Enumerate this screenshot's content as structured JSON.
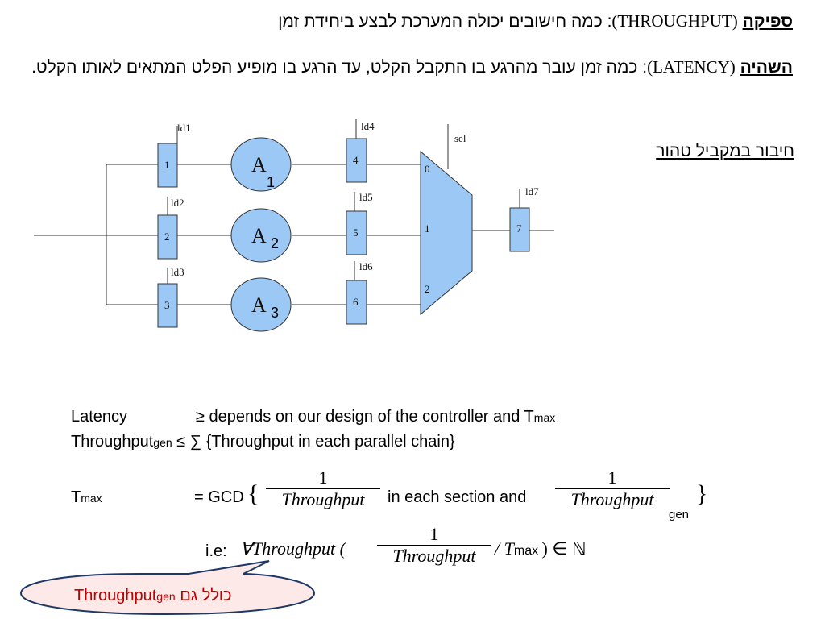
{
  "header": {
    "line1_term": "ספיקה",
    "line1_eng": "(THROUGHPUT)",
    "line1_text": ": כמה חישובים יכולה המערכת לבצע ביחידת זמן",
    "line2_term": "השהיה",
    "line2_eng": "(LATENCY)",
    "line2_text": ": כמה זמן עובר מהרגע בו התקבל הקלט, עד הרגע בו מופיע הפלט המתאים לאותו הקלט."
  },
  "side_title": "חיבור במקביל טהור",
  "diagram": {
    "registers": [
      {
        "label": "1",
        "load": "ld1"
      },
      {
        "label": "2",
        "load": "ld2"
      },
      {
        "label": "3",
        "load": "ld3"
      },
      {
        "label": "4",
        "load": "ld4"
      },
      {
        "label": "5",
        "load": "ld5"
      },
      {
        "label": "6",
        "load": "ld6"
      },
      {
        "label": "7",
        "load": "ld7"
      }
    ],
    "units": [
      {
        "name": "A",
        "sub": "1"
      },
      {
        "name": "A",
        "sub": "2"
      },
      {
        "name": "A",
        "sub": "3"
      }
    ],
    "mux": {
      "select": "sel",
      "inputs": [
        "0",
        "1",
        "2"
      ]
    }
  },
  "equations": {
    "latency_label": "Latency",
    "latency_text": "≥ depends on our design of the controller and T",
    "latency_sub": "max",
    "throughput_label": "Throughput",
    "throughput_sub": "gen",
    "throughput_text": "≤ ∑ {Throughput in each parallel chain}",
    "tmax_label": "T",
    "tmax_sub": "max",
    "tmax_eq": "= GCD",
    "frac_num": "1",
    "frac_den": "Throughput",
    "middle_text": "in each section and",
    "gen_sub": "gen",
    "ie_label": "i.e:",
    "ie_forall": "∀Throughput (",
    "ie_slash": "/ T",
    "ie_sub": "max",
    "ie_end": ")  ∈  ℕ"
  },
  "callout": {
    "text_en": "Throughput",
    "text_sub": "gen",
    "text_he": "כולל גם",
    "color": "#c00000",
    "fill": "#fde9e7",
    "stroke": "#1f3864"
  },
  "colors": {
    "block_fill": "#9cc8f5"
  }
}
